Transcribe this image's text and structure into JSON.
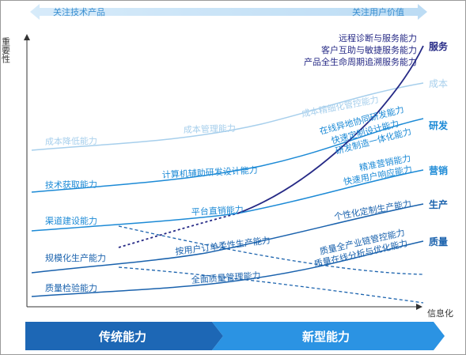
{
  "top_banner": {
    "left": "关注技术产品",
    "right": "关注用户价值"
  },
  "axes": {
    "y_label": "重要性",
    "x_label": "信息化"
  },
  "bottom_bar": {
    "left": "传统能力",
    "right": "新型能力"
  },
  "categories": {
    "service": "服务",
    "cost": "成本",
    "rd": "研发",
    "marketing": "营销",
    "production": "生产",
    "quality": "质量"
  },
  "capabilities": {
    "cost_reduction": "成本降低能力",
    "cost_management": "成本管理能力",
    "cost_refined_control": "成本精细化管控能力",
    "tech_acquisition": "技术获取能力",
    "cad_design": "计算机辅助研发设计能力",
    "online_collab_rd": "在线异地协同研发能力",
    "fast_custom_design": "快速定制设计能力",
    "rd_mfg_integration": "研发制造一体化能力",
    "channel_building": "渠道建设能力",
    "platform_direct_sales": "平台直销能力",
    "precision_marketing": "精准营销能力",
    "fast_user_response": "快速用户响应能力",
    "mass_production": "规模化生产能力",
    "order_flexible_production": "按用户订单柔性生产能力",
    "personalized_production": "个性化定制生产能力",
    "quality_inspection": "质量检验能力",
    "total_quality_management": "全面质量管理能力",
    "full_chain_quality_control": "质量全产业链管控能力",
    "online_quality_analysis": "质量在线分析与优化能力",
    "remote_diagnosis_service": "远程诊断与服务能力",
    "customer_interaction_service": "客户互助与敏捷服务能力",
    "lifecycle_traceability_service": "产品全生命周期追溯服务能力"
  },
  "colors": {
    "light_blue": "#a7cfec",
    "mid_blue": "#1c8ad6",
    "deep_blue": "#1a62ad",
    "navy": "#262a86",
    "axis": "#333333",
    "bar_dark": "#1d67b5",
    "bar_light": "#2b93e3",
    "banner": "#cfe6f8"
  }
}
